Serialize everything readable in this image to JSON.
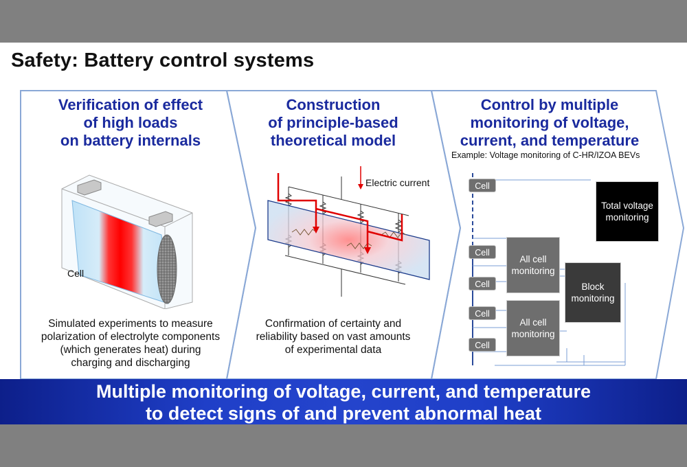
{
  "title": "Safety: Battery control systems",
  "panels": [
    {
      "title_lines": [
        "Verification of effect",
        "of high loads",
        "on battery internals"
      ],
      "cell_label": "Cell",
      "desc_lines": [
        "Simulated experiments to measure",
        "polarization of electrolyte components",
        "(which generates heat) during",
        "charging and discharging"
      ]
    },
    {
      "title_lines": [
        "Construction",
        "of principle-based",
        "theoretical model"
      ],
      "current_label": "Electric current",
      "desc_lines": [
        "Confirmation of certainty and",
        "reliability based on vast amounts",
        "of experimental data"
      ]
    },
    {
      "title_lines": [
        "Control by multiple",
        "monitoring of voltage,",
        "current, and temperature"
      ],
      "example": "Example: Voltage monitoring of C-HR/IZOA BEVs",
      "cell_label": "Cell",
      "all_cell_lines": [
        "All cell",
        "monitoring"
      ],
      "block_lines": [
        "Block",
        "monitoring"
      ],
      "total_lines": [
        "Total voltage",
        "monitoring"
      ]
    }
  ],
  "banner_lines": [
    "Multiple monitoring of voltage, current, and temperature",
    "to detect signs of and prevent abnormal heat"
  ],
  "colors": {
    "panel_title": "#1a2a9e",
    "chevron_border": "#8aa8d6",
    "banner": "#1f3fc8",
    "heat": "#ff1a1a",
    "current_arrow": "#e00000"
  }
}
